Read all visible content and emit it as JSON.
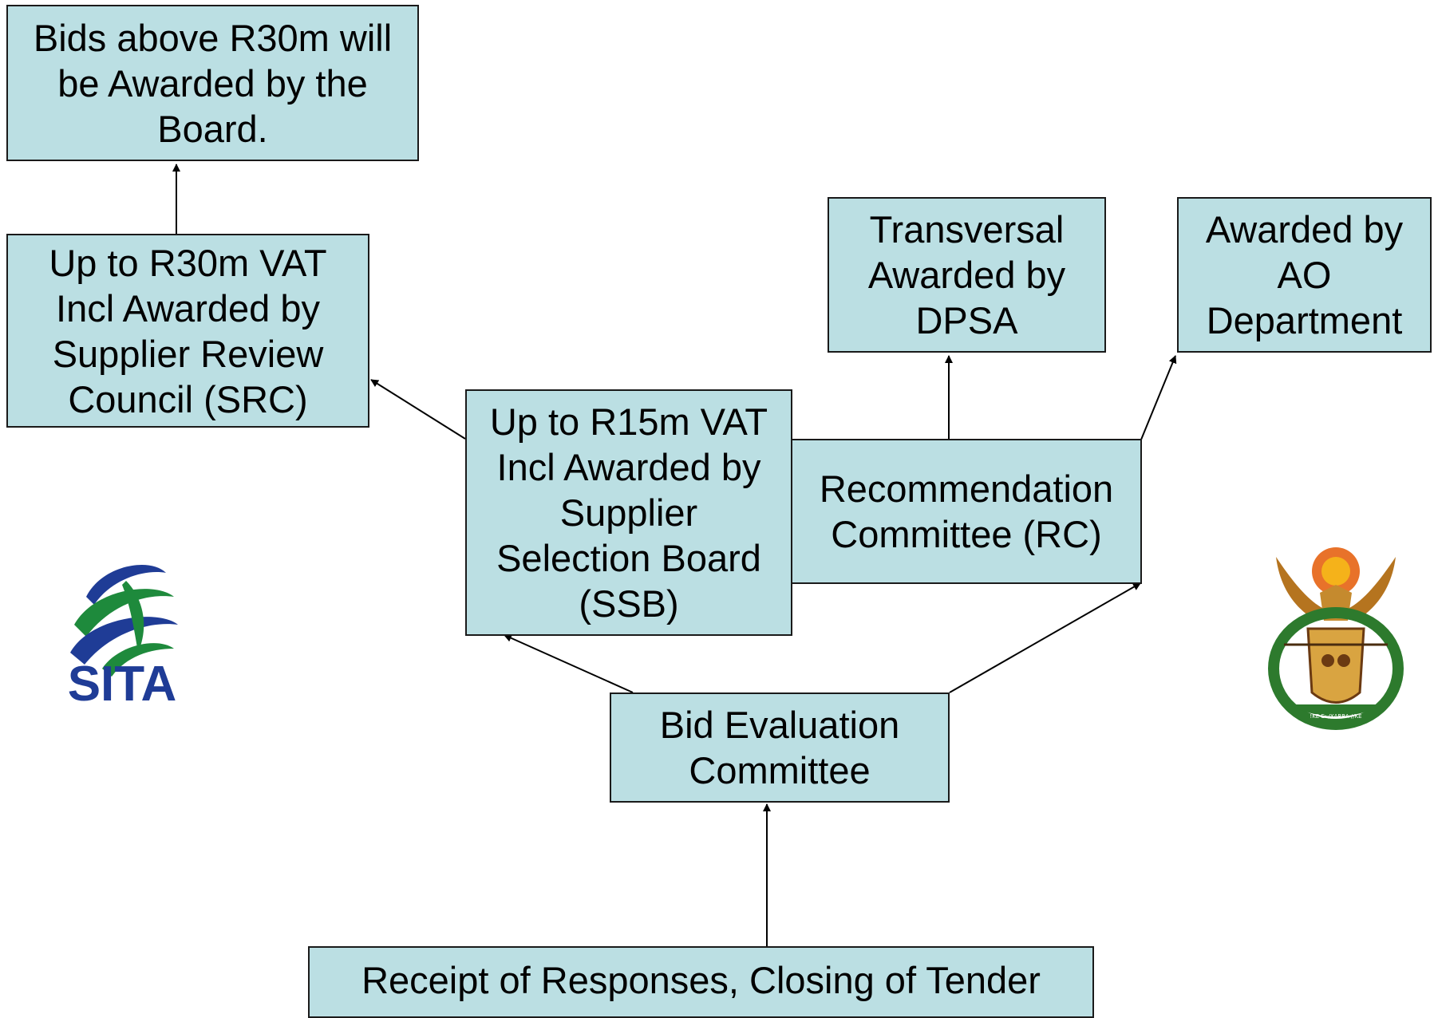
{
  "boxes": {
    "board": "Bids above R30m will\nbe Awarded by the\nBoard.",
    "src": "Up to R30m VAT\nIncl Awarded by\nSupplier Review\nCouncil (SRC)",
    "ssb": "Up to R15m VAT\nIncl Awarded by\nSupplier\nSelection Board\n(SSB)",
    "rc": "Recommendation\nCommittee (RC)",
    "dpsa": "Transversal\nAwarded by\nDPSA",
    "ao": "Awarded by\nAO\nDepartment",
    "bec": "Bid Evaluation\nCommittee",
    "receipt": "Receipt of Responses, Closing of Tender"
  },
  "logos": {
    "sita_text": "SITA",
    "coat_of_arms_motto": "!KE E: /XARRA //KE"
  },
  "colors": {
    "box_fill": "#bbdfe3",
    "border": "#1a1a1a",
    "sita_blue": "#1f3c96",
    "sita_green": "#1e8a3c"
  }
}
